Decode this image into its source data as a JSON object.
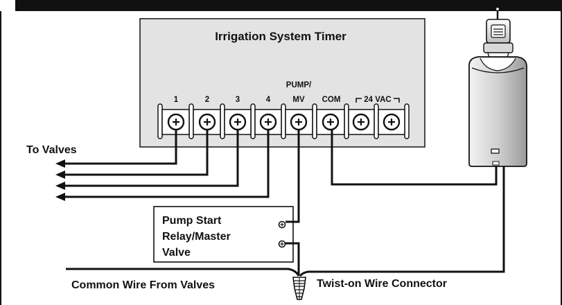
{
  "timer": {
    "title": "Irrigation System Timer",
    "terminals": [
      "1",
      "2",
      "3",
      "4",
      "PUMP/",
      "MV",
      "COM",
      "24 VAC"
    ]
  },
  "labels": {
    "to_valves": "To Valves",
    "pump_relay": [
      "Pump Start",
      "Relay/Master",
      "Valve"
    ],
    "common_wire": "Common Wire From Valves",
    "connector": "Twist-on Wire Connector"
  },
  "colors": {
    "line": "#111111",
    "timer_fill": "#e3e3e3",
    "transformer_fill": "#d6d6d6"
  },
  "icons": [
    "screw-terminal-icon",
    "wire-arrow-icon",
    "plug-in-transformer-icon",
    "twist-on-connector-icon"
  ]
}
